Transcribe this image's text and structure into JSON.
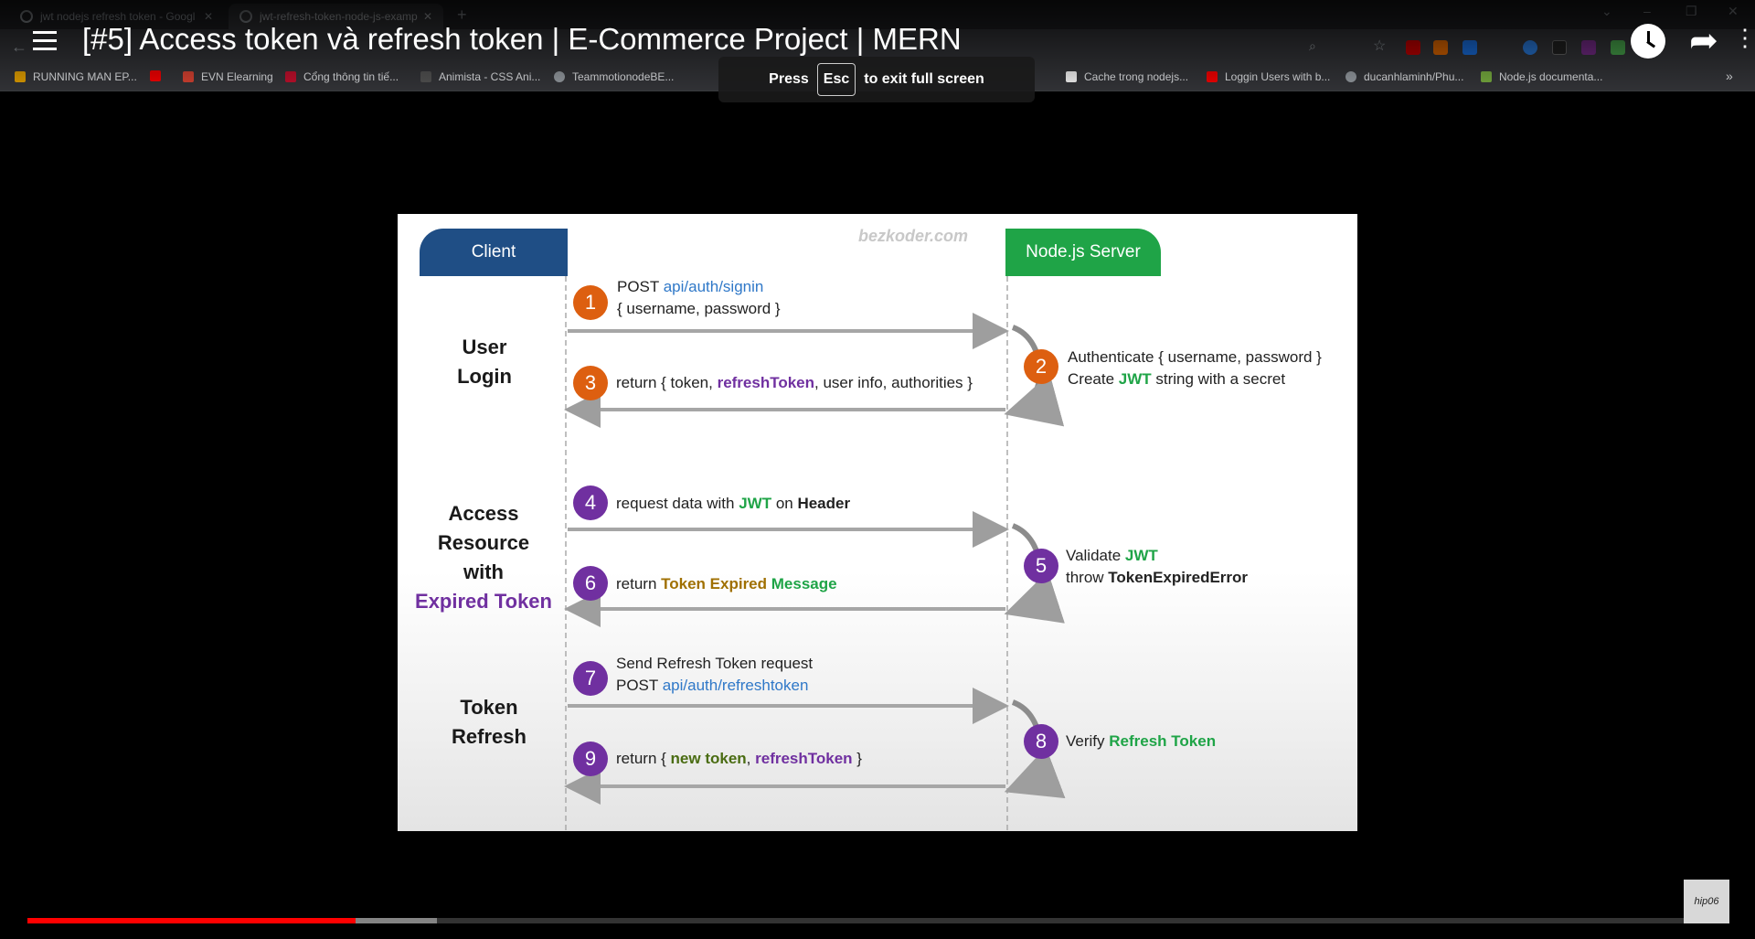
{
  "browser": {
    "tabs": [
      {
        "title": "jwt nodejs refresh token - Googl",
        "close": "✕"
      },
      {
        "title": "jwt-refresh-token-node-js-examp",
        "close": "✕"
      }
    ],
    "new_tab": "+",
    "bookmarks": [
      {
        "label": "RUNNING MAN EP...",
        "color": "#e8a400"
      },
      {
        "label": "",
        "color": "#ff0000"
      },
      {
        "label": "EVN Elearning",
        "color": "#d43"
      },
      {
        "label": "Cổng thông tin tiế...",
        "color": "#c8102e"
      },
      {
        "label": "Animista - CSS Ani...",
        "color": "#555"
      },
      {
        "label": "TeammotionodeBE...",
        "color": "#9aa0a6"
      },
      {
        "label": "Cache trong nodejs...",
        "color": "#fff"
      },
      {
        "label": "Loggin Users with b...",
        "color": "#ff0000"
      },
      {
        "label": "ducanhlaminh/Phu...",
        "color": "#9aa0a6"
      },
      {
        "label": "Node.js documenta...",
        "color": "#7cb342"
      }
    ],
    "more_bookmarks": "»"
  },
  "video": {
    "title": "[#5] Access token và refresh token | E-Commerce Project | MERN",
    "progress_played": 0.193,
    "progress_buffered": 0.241
  },
  "fullscreen_toast": {
    "press": "Press",
    "key": "Esc",
    "rest": "to exit full screen"
  },
  "slide": {
    "watermark": "bezkoder.com",
    "client_header": "Client",
    "server_header": "Node.js Server",
    "phases": {
      "login_1": "User",
      "login_2": "Login",
      "access_1": "Access",
      "access_2": "Resource",
      "access_3": "with",
      "access_4": "Expired Token",
      "refresh_1": "Token",
      "refresh_2": "Refresh"
    },
    "steps": {
      "s1": "1",
      "s2": "2",
      "s3": "3",
      "s4": "4",
      "s5": "5",
      "s6": "6",
      "s7": "7",
      "s8": "8",
      "s9": "9"
    },
    "m1": {
      "a": "POST ",
      "b": "api/auth/signin",
      "c": "{ username, password }"
    },
    "m2": {
      "a": "Authenticate { username, password }",
      "b": "Create ",
      "c": "JWT",
      "d": " string with a secret"
    },
    "m3": {
      "a": "return { token, ",
      "b": "refreshToken",
      "c": ", user info, authorities }"
    },
    "m4": {
      "a": "request data with ",
      "b": "JWT",
      "c": " on ",
      "d": "Header"
    },
    "m5": {
      "a": "Validate ",
      "b": "JWT",
      "c": "throw ",
      "d": "TokenExpiredError"
    },
    "m6": {
      "a": "return ",
      "b": "Token Expired ",
      "c": "Message"
    },
    "m7": {
      "a": "Send Refresh Token request",
      "b": "POST ",
      "c": "api/auth/refreshtoken"
    },
    "m8": {
      "a": "Verify ",
      "b": "Refresh Token"
    },
    "m9": {
      "a": "return { ",
      "b": "new token",
      "c": ", ",
      "d": "refreshToken",
      "e": " }"
    }
  },
  "channel_logo": "hip06"
}
